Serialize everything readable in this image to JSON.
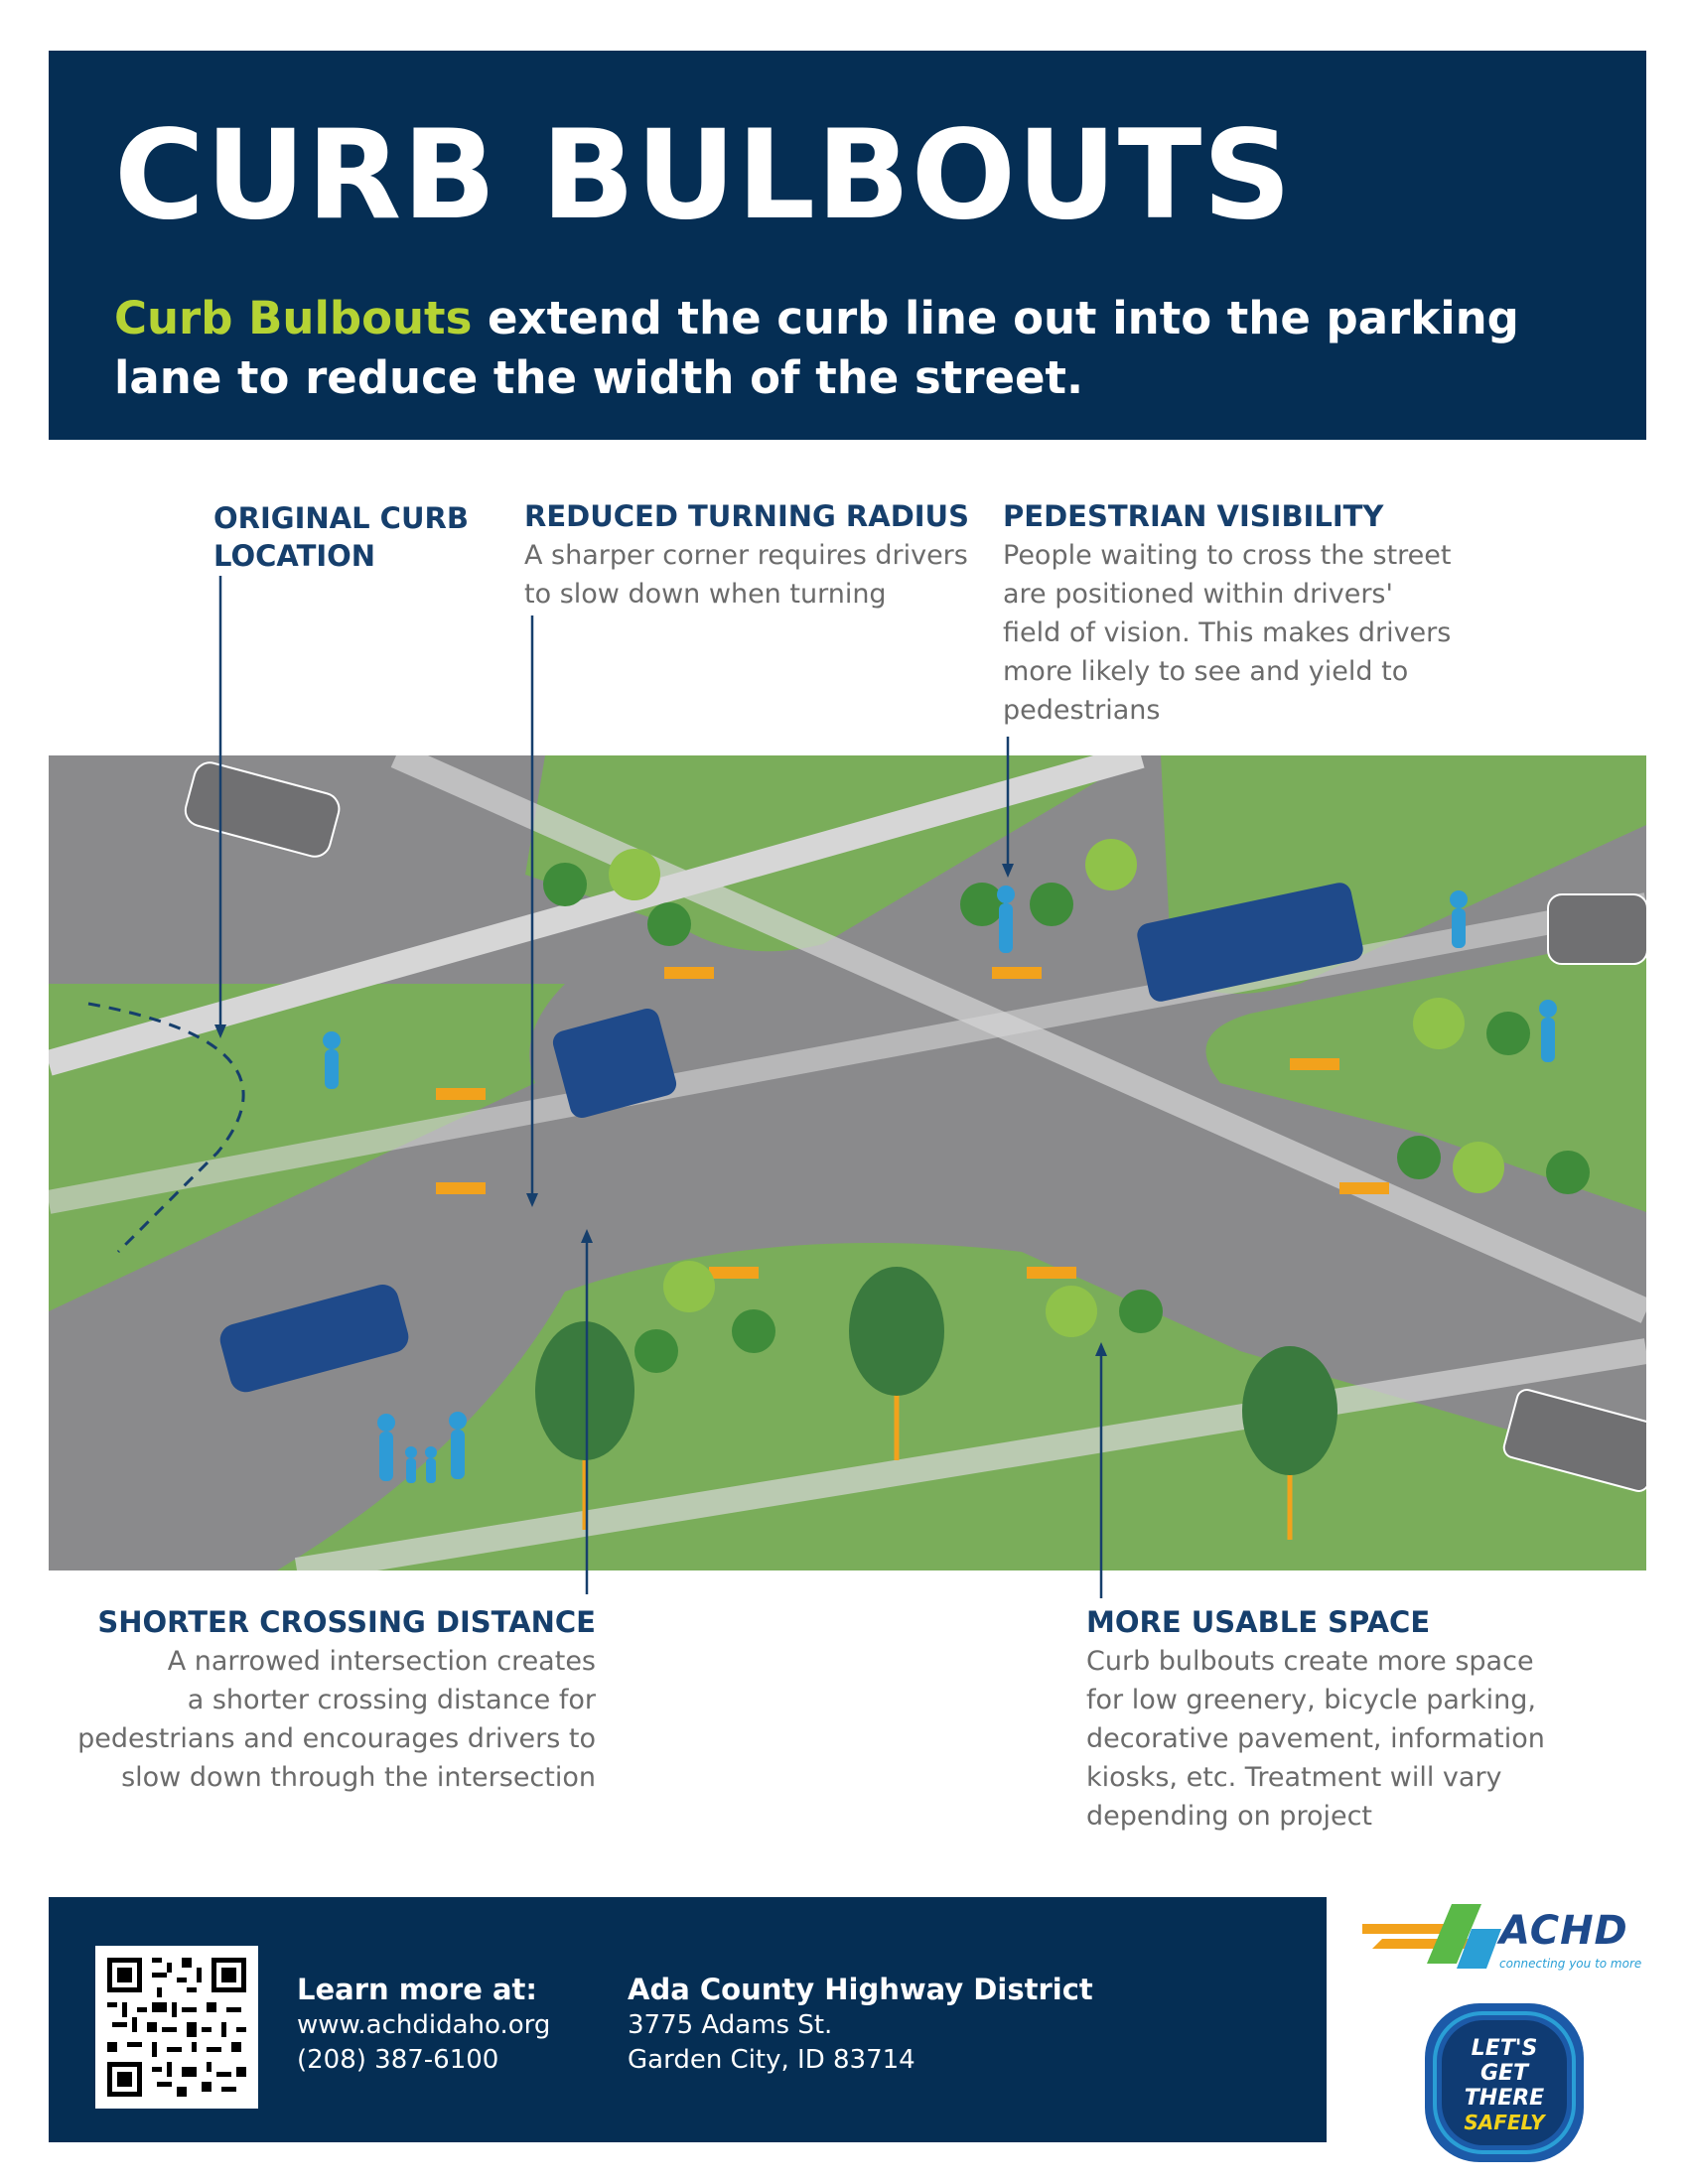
{
  "header": {
    "title": "CURB BULBOUTS",
    "subtitle_highlight": "Curb Bulbouts",
    "subtitle_rest": " extend the curb line out into the parking lane to reduce the width of the street."
  },
  "callouts": {
    "original_curb": {
      "title_line1": "ORIGINAL CURB",
      "title_line2": "LOCATION"
    },
    "turning_radius": {
      "title": "REDUCED TURNING RADIUS",
      "body": [
        "A sharper corner requires drivers",
        "to slow down when turning"
      ]
    },
    "pedestrian_visibility": {
      "title": "PEDESTRIAN VISIBILITY",
      "body": [
        "People waiting to cross the street",
        "are positioned within drivers'",
        "field of vision. This makes drivers",
        "more likely to see and yield to",
        "pedestrians"
      ]
    },
    "crossing_distance": {
      "title": "SHORTER CROSSING DISTANCE",
      "body": [
        "A narrowed intersection creates",
        "a shorter crossing distance for",
        "pedestrians and encourages drivers to",
        "slow down through the intersection"
      ]
    },
    "usable_space": {
      "title": "MORE USABLE SPACE",
      "body": [
        "Curb bulbouts create more space",
        "for low greenery, bicycle parking,",
        "decorative pavement, information",
        "kiosks, etc. Treatment will vary",
        "depending on project"
      ]
    }
  },
  "footer": {
    "learn_more": "Learn more at:",
    "website": "www.achdidaho.org",
    "phone": "(208) 387-6100",
    "org_name": "Ada County Highway District",
    "address_line1": "3775 Adams St.",
    "address_line2": "Garden City, ID 83714"
  },
  "logo": {
    "name": "ACHD",
    "tagline": "connecting you to more"
  },
  "badge": {
    "line1": "LET'S",
    "line2": "GET",
    "line3": "THERE",
    "line4": "SAFELY"
  },
  "colors": {
    "navy": "#052e54",
    "highlight": "#b5d334",
    "heading_blue": "#163f6c",
    "body_gray": "#6b6b6b",
    "road": "#8a8a8c",
    "grass": "#7aad5a"
  },
  "icons": [
    "qr-code-icon",
    "achd-logo-icon",
    "lets-get-there-safely-badge-icon"
  ]
}
